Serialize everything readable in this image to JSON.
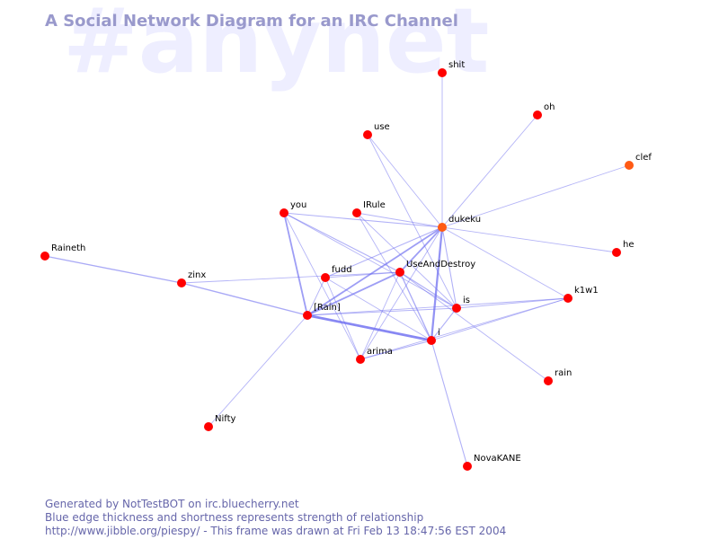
{
  "watermark": "#anynet",
  "title": "A Social Network Diagram for an IRC Channel",
  "colors": {
    "edge": "#6a6af0",
    "node_fill": "#ff0000",
    "node_hot_fill": "#ff5a14",
    "watermark": "#eeeeff",
    "title": "#9999cc",
    "footer": "#6666aa"
  },
  "nodes": [
    {
      "id": "shit",
      "label": "shit"
    },
    {
      "id": "oh",
      "label": "oh"
    },
    {
      "id": "use",
      "label": "use"
    },
    {
      "id": "clef",
      "label": "clef"
    },
    {
      "id": "you",
      "label": "you"
    },
    {
      "id": "IRule",
      "label": "IRule"
    },
    {
      "id": "dukeku",
      "label": "dukeku"
    },
    {
      "id": "Raineth",
      "label": "Raineth"
    },
    {
      "id": "he",
      "label": "he"
    },
    {
      "id": "fudd",
      "label": "fudd"
    },
    {
      "id": "UseAndDestroy",
      "label": "UseAndDestroy"
    },
    {
      "id": "zinx",
      "label": "zinx"
    },
    {
      "id": "k1w1",
      "label": "k1w1"
    },
    {
      "id": "is",
      "label": "is"
    },
    {
      "id": "IRainI",
      "label": "[Rain]"
    },
    {
      "id": "i",
      "label": "i"
    },
    {
      "id": "arima",
      "label": "arima"
    },
    {
      "id": "rain",
      "label": "rain"
    },
    {
      "id": "Nifty",
      "label": "Nifty"
    },
    {
      "id": "NovaKANE",
      "label": "NovaKANE"
    }
  ],
  "edges": [
    {
      "from": "dukeku",
      "to": "shit",
      "strength": 1
    },
    {
      "from": "dukeku",
      "to": "oh",
      "strength": 1
    },
    {
      "from": "dukeku",
      "to": "clef",
      "strength": 1
    },
    {
      "from": "dukeku",
      "to": "use",
      "strength": 1
    },
    {
      "from": "dukeku",
      "to": "you",
      "strength": 1.2
    },
    {
      "from": "dukeku",
      "to": "IRule",
      "strength": 1
    },
    {
      "from": "dukeku",
      "to": "he",
      "strength": 1
    },
    {
      "from": "dukeku",
      "to": "fudd",
      "strength": 1.2
    },
    {
      "from": "dukeku",
      "to": "UseAndDestroy",
      "strength": 2
    },
    {
      "from": "dukeku",
      "to": "is",
      "strength": 1.2
    },
    {
      "from": "dukeku",
      "to": "k1w1",
      "strength": 1
    },
    {
      "from": "dukeku",
      "to": "IRainI",
      "strength": 2
    },
    {
      "from": "dukeku",
      "to": "i",
      "strength": 2.5
    },
    {
      "from": "dukeku",
      "to": "arima",
      "strength": 1
    },
    {
      "from": "use",
      "to": "is",
      "strength": 1
    },
    {
      "from": "you",
      "to": "UseAndDestroy",
      "strength": 1.2
    },
    {
      "from": "you",
      "to": "is",
      "strength": 1
    },
    {
      "from": "you",
      "to": "IRainI",
      "strength": 2
    },
    {
      "from": "you",
      "to": "arima",
      "strength": 1
    },
    {
      "from": "IRule",
      "to": "is",
      "strength": 1
    },
    {
      "from": "IRule",
      "to": "i",
      "strength": 1
    },
    {
      "from": "Raineth",
      "to": "zinx",
      "strength": 1.5
    },
    {
      "from": "zinx",
      "to": "IRainI",
      "strength": 1.5
    },
    {
      "from": "zinx",
      "to": "UseAndDestroy",
      "strength": 1
    },
    {
      "from": "fudd",
      "to": "UseAndDestroy",
      "strength": 1
    },
    {
      "from": "fudd",
      "to": "IRainI",
      "strength": 1
    },
    {
      "from": "fudd",
      "to": "arima",
      "strength": 1
    },
    {
      "from": "fudd",
      "to": "i",
      "strength": 1
    },
    {
      "from": "UseAndDestroy",
      "to": "IRainI",
      "strength": 2
    },
    {
      "from": "UseAndDestroy",
      "to": "is",
      "strength": 1.2
    },
    {
      "from": "UseAndDestroy",
      "to": "i",
      "strength": 1.5
    },
    {
      "from": "UseAndDestroy",
      "to": "arima",
      "strength": 1
    },
    {
      "from": "UseAndDestroy",
      "to": "rain",
      "strength": 1
    },
    {
      "from": "IRainI",
      "to": "i",
      "strength": 3
    },
    {
      "from": "IRainI",
      "to": "is",
      "strength": 1
    },
    {
      "from": "IRainI",
      "to": "Nifty",
      "strength": 1
    },
    {
      "from": "i",
      "to": "is",
      "strength": 1.2
    },
    {
      "from": "i",
      "to": "k1w1",
      "strength": 1
    },
    {
      "from": "i",
      "to": "arima",
      "strength": 1.2
    },
    {
      "from": "i",
      "to": "NovaKANE",
      "strength": 1.2
    },
    {
      "from": "is",
      "to": "k1w1",
      "strength": 1
    },
    {
      "from": "arima",
      "to": "k1w1",
      "strength": 1
    },
    {
      "from": "IRainI",
      "to": "k1w1",
      "strength": 1
    }
  ],
  "footer": {
    "line1": "Generated by NotTestBOT on irc.bluecherry.net",
    "line2": "Blue edge thickness and shortness represents strength of relationship",
    "line3": "http://www.jibble.org/piespy/ - This frame was drawn at Fri Feb 13 18:47:56 EST 2004"
  }
}
